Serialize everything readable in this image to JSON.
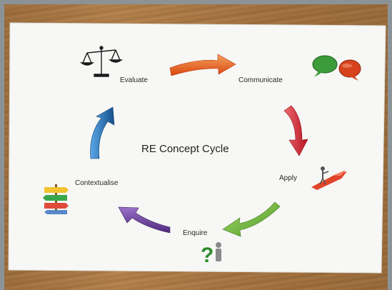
{
  "poster": {
    "title": "RE Concept Cycle",
    "stages": {
      "evaluate": "Evaluate",
      "communicate": "Communicate",
      "apply": "Apply",
      "enquire": "Enquire",
      "contextualise": "Contextualise"
    }
  },
  "colors": {
    "arrow_orange": "#e8531c",
    "arrow_red": "#d01f2e",
    "arrow_green": "#6db33f",
    "arrow_purple": "#6a3d9a",
    "arrow_blue": "#1f6fb6"
  }
}
